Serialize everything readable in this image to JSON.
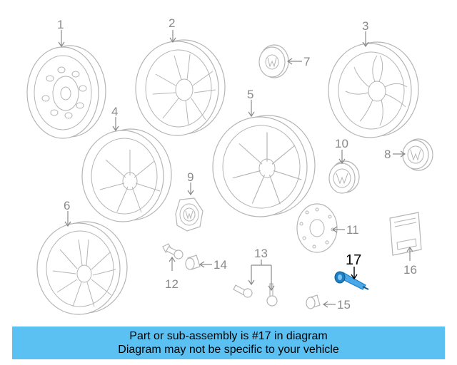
{
  "callouts": {
    "c1": "1",
    "c2": "2",
    "c3": "3",
    "c4": "4",
    "c5": "5",
    "c6": "6",
    "c7": "7",
    "c8": "8",
    "c9": "9",
    "c10": "10",
    "c11": "11",
    "c12": "12",
    "c13": "13",
    "c14": "14",
    "c15": "15",
    "c16": "16",
    "c17": "17"
  },
  "highlighted_part": "17",
  "colors": {
    "banner": "#5bc0f2",
    "highlight": "#1e7fc2",
    "line_art": "#b5b5b5",
    "callout_text": "#8a8a8a"
  },
  "banner": {
    "line1": "Part or sub-assembly is #17 in diagram",
    "line2": "Diagram may not be specific to your vehicle"
  }
}
